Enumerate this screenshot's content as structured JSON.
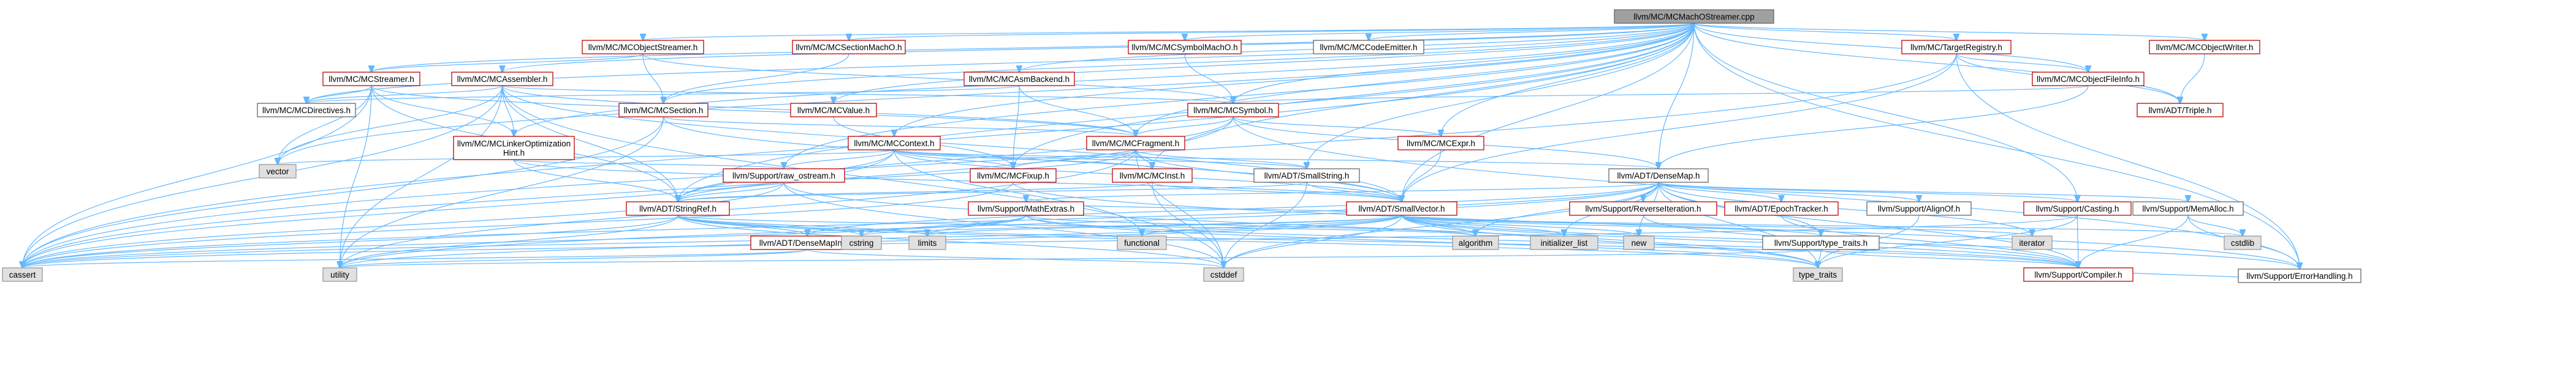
{
  "graph": {
    "root": "llvm/MC/MCMachOStreamer.cpp",
    "nodes": [
      {
        "id": "root",
        "label": "llvm/MC/MCMachOStreamer.cpp",
        "style": "root"
      },
      {
        "id": "objstreamer",
        "label": "llvm/MC/MCObjectStreamer.h",
        "style": "red"
      },
      {
        "id": "mcstreamer",
        "label": "llvm/MC/MCStreamer.h",
        "style": "red"
      },
      {
        "id": "assembler",
        "label": "llvm/MC/MCAssembler.h",
        "style": "red"
      },
      {
        "id": "sectionmacho",
        "label": "llvm/MC/MCSectionMachO.h",
        "style": "red"
      },
      {
        "id": "asmbackend",
        "label": "llvm/MC/MCAsmBackend.h",
        "style": "red"
      },
      {
        "id": "symbolmacho",
        "label": "llvm/MC/MCSymbolMachO.h",
        "style": "red"
      },
      {
        "id": "codeemitter",
        "label": "llvm/MC/MCCodeEmitter.h",
        "style": "plain"
      },
      {
        "id": "targetreg",
        "label": "llvm/MC/TargetRegistry.h",
        "style": "red"
      },
      {
        "id": "objwriter",
        "label": "llvm/MC/MCObjectWriter.h",
        "style": "red"
      },
      {
        "id": "directives",
        "label": "llvm/MC/MCDirectives.h",
        "style": "plain"
      },
      {
        "id": "section",
        "label": "llvm/MC/MCSection.h",
        "style": "red"
      },
      {
        "id": "value",
        "label": "llvm/MC/MCValue.h",
        "style": "red"
      },
      {
        "id": "symbol",
        "label": "llvm/MC/MCSymbol.h",
        "style": "red"
      },
      {
        "id": "objfileinfo",
        "label": "llvm/MC/MCObjectFileInfo.h",
        "style": "red"
      },
      {
        "id": "triple",
        "label": "llvm/ADT/Triple.h",
        "style": "red"
      },
      {
        "id": "linkeropt",
        "label": "llvm/MC/MCLinkerOptimization\nHint.h",
        "style": "red"
      },
      {
        "id": "context",
        "label": "llvm/MC/MCContext.h",
        "style": "red"
      },
      {
        "id": "fragment",
        "label": "llvm/MC/MCFragment.h",
        "style": "red"
      },
      {
        "id": "expr",
        "label": "llvm/MC/MCExpr.h",
        "style": "red"
      },
      {
        "id": "vector",
        "label": "vector",
        "style": "gray"
      },
      {
        "id": "rawostream",
        "label": "llvm/Support/raw_ostream.h",
        "style": "red"
      },
      {
        "id": "fixup",
        "label": "llvm/MC/MCFixup.h",
        "style": "red"
      },
      {
        "id": "inst",
        "label": "llvm/MC/MCInst.h",
        "style": "red"
      },
      {
        "id": "smallstring",
        "label": "llvm/ADT/SmallString.h",
        "style": "plain"
      },
      {
        "id": "densemap",
        "label": "llvm/ADT/DenseMap.h",
        "style": "plain"
      },
      {
        "id": "stringref",
        "label": "llvm/ADT/StringRef.h",
        "style": "red"
      },
      {
        "id": "mathextras",
        "label": "llvm/Support/MathExtras.h",
        "style": "red"
      },
      {
        "id": "smallvector",
        "label": "llvm/ADT/SmallVector.h",
        "style": "red"
      },
      {
        "id": "revit",
        "label": "llvm/Support/ReverseIteration.h",
        "style": "red"
      },
      {
        "id": "epoch",
        "label": "llvm/ADT/EpochTracker.h",
        "style": "red"
      },
      {
        "id": "alignof",
        "label": "llvm/Support/AlignOf.h",
        "style": "plain"
      },
      {
        "id": "casting",
        "label": "llvm/Support/Casting.h",
        "style": "red"
      },
      {
        "id": "memalloc",
        "label": "llvm/Support/MemAlloc.h",
        "style": "plain"
      },
      {
        "id": "densemapinfo",
        "label": "llvm/ADT/DenseMapInfo.h",
        "style": "red"
      },
      {
        "id": "cstring",
        "label": "cstring",
        "style": "gray"
      },
      {
        "id": "limits",
        "label": "limits",
        "style": "gray"
      },
      {
        "id": "functional",
        "label": "functional",
        "style": "gray"
      },
      {
        "id": "algorithm",
        "label": "algorithm",
        "style": "gray"
      },
      {
        "id": "initlist",
        "label": "initializer_list",
        "style": "gray"
      },
      {
        "id": "new",
        "label": "new",
        "style": "gray"
      },
      {
        "id": "typetraits_h",
        "label": "llvm/Support/type_traits.h",
        "style": "plain"
      },
      {
        "id": "iterator",
        "label": "iterator",
        "style": "gray"
      },
      {
        "id": "cstdlib",
        "label": "cstdlib",
        "style": "gray"
      },
      {
        "id": "errhandling",
        "label": "llvm/Support/ErrorHandling.h",
        "style": "plain"
      },
      {
        "id": "cassert",
        "label": "cassert",
        "style": "gray"
      },
      {
        "id": "utility",
        "label": "utility",
        "style": "gray"
      },
      {
        "id": "cstddef",
        "label": "cstddef",
        "style": "gray"
      },
      {
        "id": "type_traits",
        "label": "type_traits",
        "style": "gray"
      },
      {
        "id": "compiler",
        "label": "llvm/Support/Compiler.h",
        "style": "red"
      }
    ]
  },
  "colors": {
    "edge": "#63b8ff",
    "red_border": "#c00000",
    "gray_fill": "#e0e0e0",
    "root_fill": "#a0a0a0"
  }
}
